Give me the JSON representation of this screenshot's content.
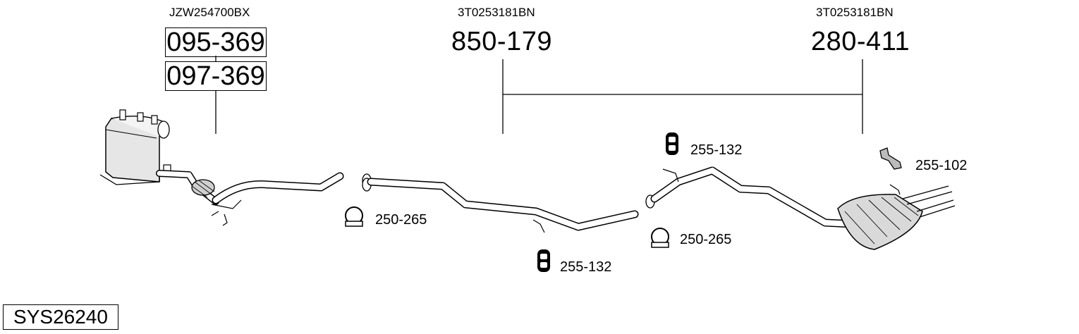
{
  "groups": [
    {
      "oem": "JZW254700BX",
      "parts": [
        "095-369",
        "097-369"
      ]
    },
    {
      "oem": "3T0253181BN",
      "part": "850-179"
    },
    {
      "oem": "3T0253181BN",
      "part": "280-411"
    }
  ],
  "accessories": [
    {
      "part": "250-265",
      "icon": "clamp-icon"
    },
    {
      "part": "255-132",
      "icon": "rubber-mount-icon"
    },
    {
      "part": "255-132",
      "icon": "rubber-mount-icon"
    },
    {
      "part": "250-265",
      "icon": "clamp-icon"
    },
    {
      "part": "255-102",
      "icon": "bracket-icon"
    }
  ],
  "system_code": "SYS26240"
}
